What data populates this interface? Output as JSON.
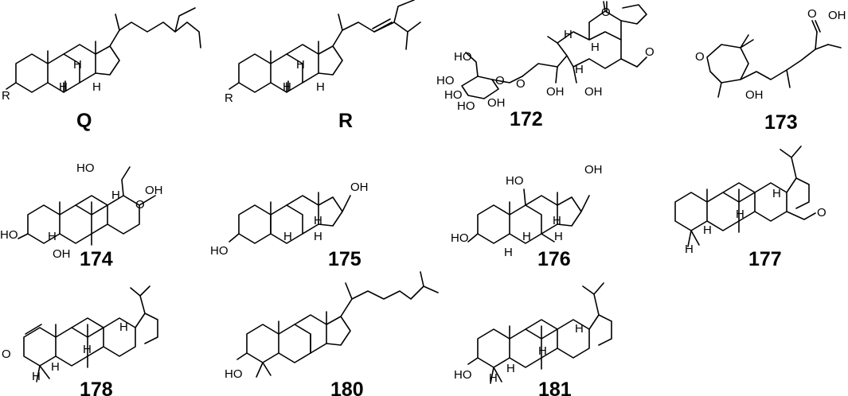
{
  "compounds": [
    {
      "id": "Q",
      "label": "Q",
      "atoms": [
        "R",
        "H",
        "H",
        "H"
      ]
    },
    {
      "id": "R",
      "label": "R",
      "atoms": [
        "R",
        "H",
        "H",
        "H"
      ]
    },
    {
      "id": "172",
      "label": "172",
      "atoms": [
        "O",
        "O",
        "HO",
        "O",
        "HO",
        "HO",
        "HO",
        "OH",
        "O",
        "H",
        "OH",
        "OH",
        "H",
        "H"
      ]
    },
    {
      "id": "173",
      "label": "173",
      "atoms": [
        "O",
        "OH",
        "OH",
        "O"
      ]
    },
    {
      "id": "174",
      "label": "174",
      "atoms": [
        "HO",
        "H",
        "HO",
        "O",
        "OH",
        "H",
        "OH"
      ]
    },
    {
      "id": "175",
      "label": "175",
      "atoms": [
        "OH",
        "H",
        "H",
        "H",
        "HO"
      ]
    },
    {
      "id": "176",
      "label": "176",
      "atoms": [
        "HO",
        "OH",
        "H",
        "H",
        "H",
        "HO",
        "H"
      ]
    },
    {
      "id": "177",
      "label": "177",
      "atoms": [
        "H",
        "H",
        "H",
        "O",
        "H"
      ]
    },
    {
      "id": "178",
      "label": "178",
      "atoms": [
        "H",
        "H",
        "H",
        "O",
        "H"
      ]
    },
    {
      "id": "180",
      "label": "180",
      "atoms": [
        "HO"
      ]
    },
    {
      "id": "181",
      "label": "181",
      "atoms": [
        "H",
        "H",
        "H",
        "HO",
        "H"
      ]
    }
  ]
}
